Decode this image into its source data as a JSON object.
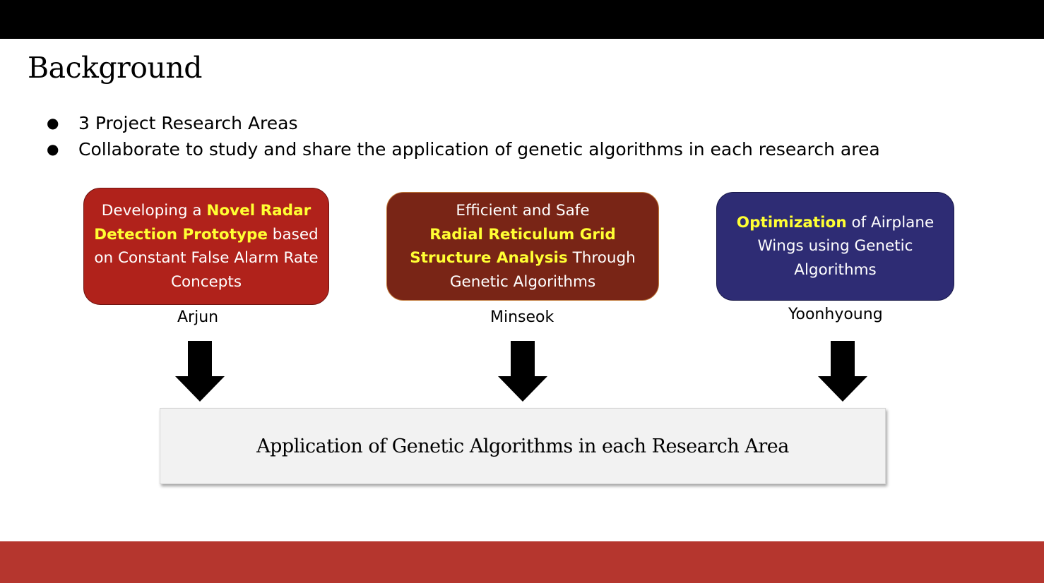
{
  "slide": {
    "title": "Background",
    "bullets": [
      "3 Project Research Areas",
      "Collaborate to study and share the application of genetic algorithms in each research area"
    ],
    "bullet_glyph": "●"
  },
  "areas": [
    {
      "parts": [
        {
          "text": "Developing a ",
          "highlight": false
        },
        {
          "text": "Novel Radar Detection Prototype",
          "highlight": true
        },
        {
          "text": " based on Constant False Alarm Rate Concepts",
          "highlight": false
        }
      ],
      "member": "Arjun",
      "color": "#b0221b"
    },
    {
      "parts": [
        {
          "text": "Efficient and Safe ",
          "highlight": false
        },
        {
          "text": "Radial Reticulum Grid Structure Analysis",
          "highlight": true
        },
        {
          "text": " Through Genetic Algorithms",
          "highlight": false
        }
      ],
      "member": "Minseok",
      "color": "#792516"
    },
    {
      "parts": [
        {
          "text": "Optimization",
          "highlight": true
        },
        {
          "text": " of Airplane Wings using Genetic Algorithms",
          "highlight": false
        }
      ],
      "member": "Yoonhyoung",
      "color": "#2e2c74"
    }
  ],
  "result": {
    "text": "Application of Genetic Algorithms in each Research Area"
  },
  "colors": {
    "top_bar": "#000000",
    "bottom_bar": "#b5362e",
    "highlight": "#ffff33"
  },
  "icons": {
    "arrow": "down-arrow-icon"
  }
}
